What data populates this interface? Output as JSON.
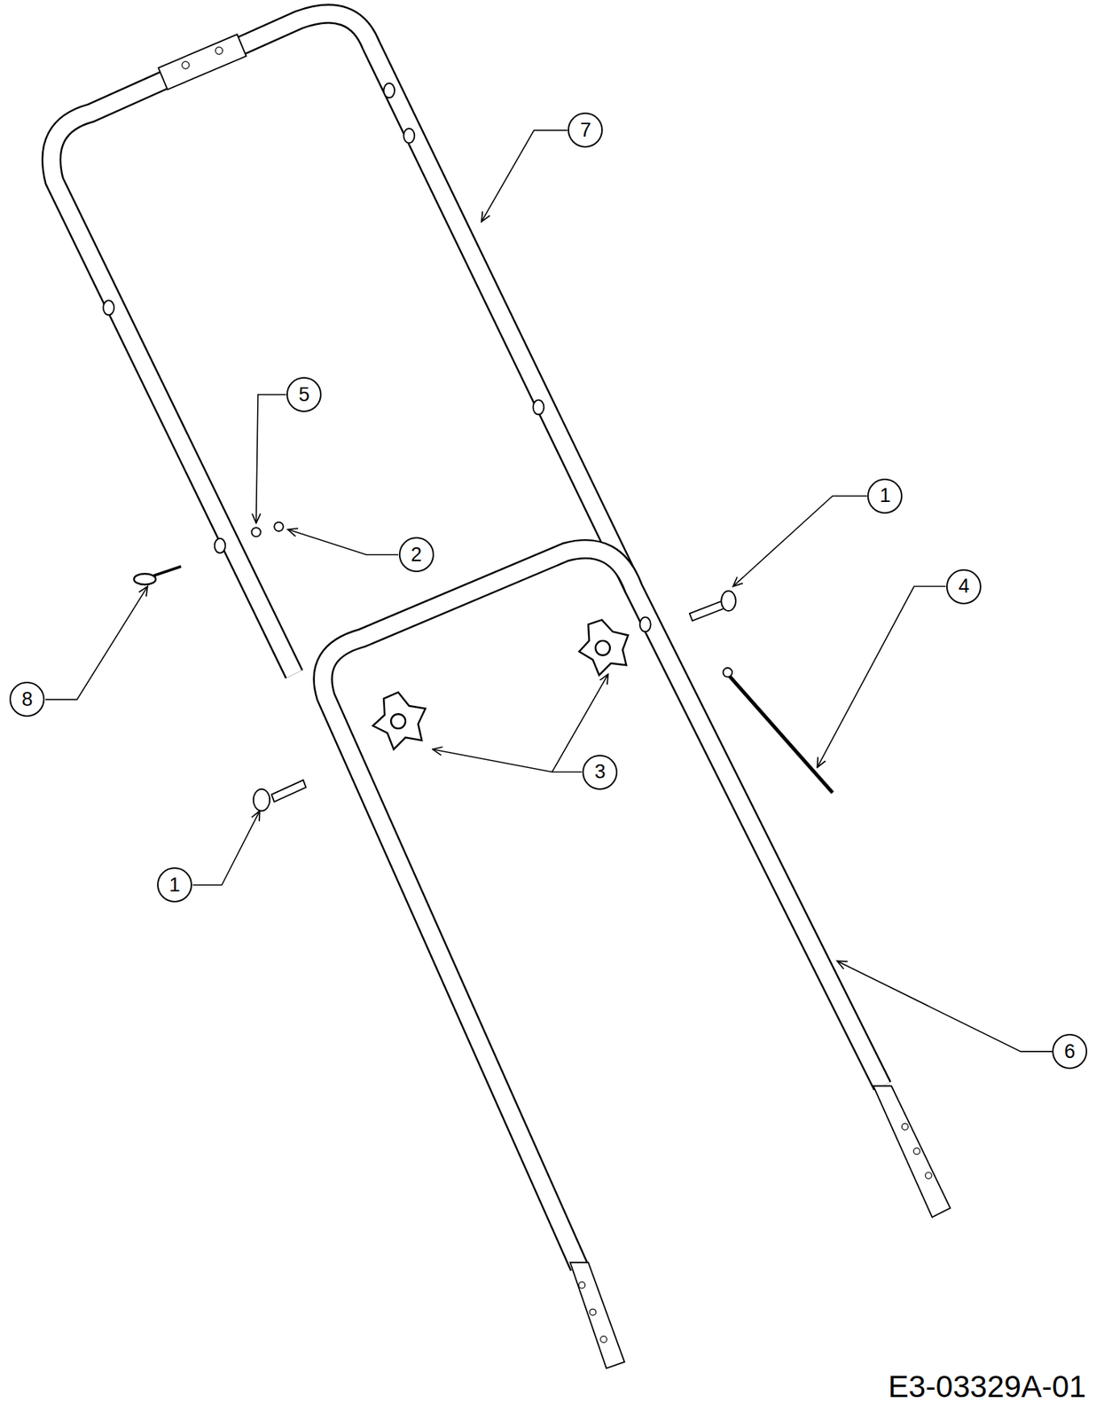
{
  "diagram": {
    "labels": [
      "7",
      "5",
      "1",
      "2",
      "4",
      "8",
      "3",
      "1",
      "6",
      "E3-03329A-01"
    ]
  }
}
